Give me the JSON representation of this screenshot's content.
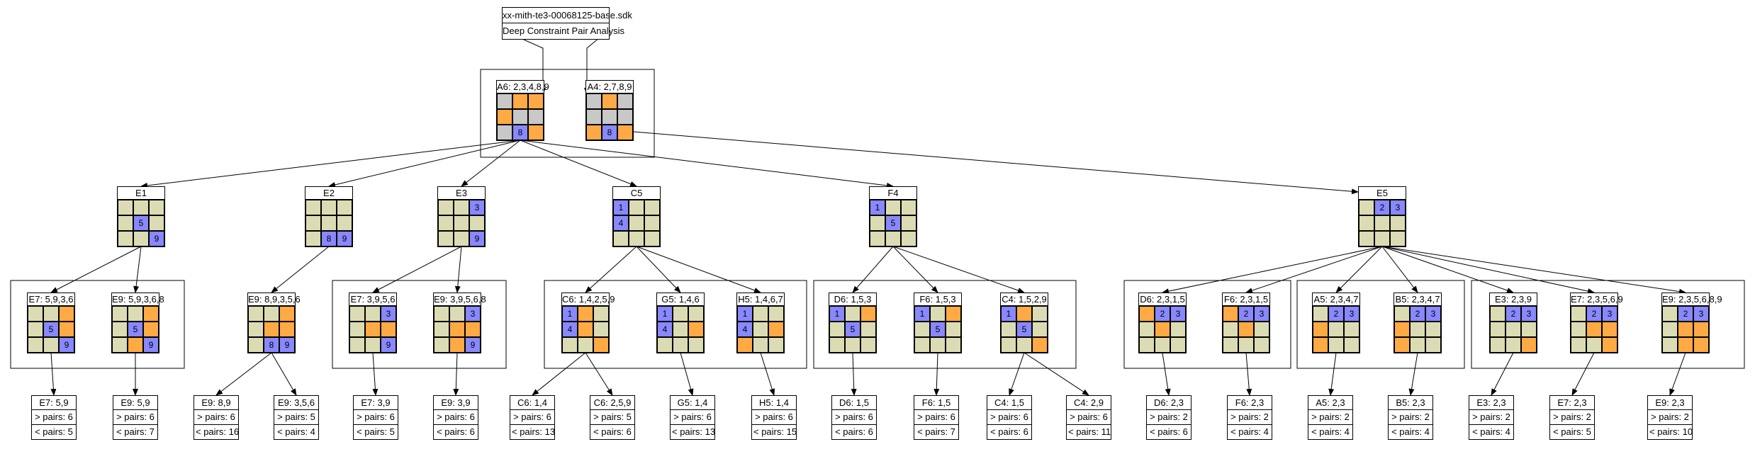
{
  "colors": {
    "beige": "#dcdcb4",
    "gray": "#c8c8c8",
    "orange": "#ffaa44",
    "blue": "#8888ff",
    "white": "#ffffff"
  },
  "root": {
    "title": "xx-mith-te3-00068125-base.sdk",
    "subtitle": "Deep Constraint Pair Analysis"
  },
  "nodes": [
    {
      "id": "A6",
      "title": "A6: 2,3,4,8,9",
      "cells": [
        "g",
        "o",
        "o",
        "o",
        "g",
        "g",
        "g",
        "b:8",
        "o"
      ]
    },
    {
      "id": "A4",
      "title": "A4: 2,7,8,9",
      "cells": [
        "g",
        "o",
        "g",
        "g",
        "g",
        "g",
        "o",
        "b:8",
        "o"
      ]
    },
    {
      "id": "E1",
      "title": "E1",
      "cells": [
        "y",
        "y",
        "y",
        "y",
        "b:5",
        "y",
        "y",
        "y",
        "b:9"
      ]
    },
    {
      "id": "E2",
      "title": "E2",
      "cells": [
        "y",
        "y",
        "y",
        "y",
        "y",
        "y",
        "y",
        "b:8",
        "b:9"
      ]
    },
    {
      "id": "E3",
      "title": "E3",
      "cells": [
        "y",
        "y",
        "b:3",
        "y",
        "y",
        "y",
        "y",
        "y",
        "b:9"
      ]
    },
    {
      "id": "C5",
      "title": "C5",
      "cells": [
        "b:1",
        "y",
        "y",
        "b:4",
        "y",
        "y",
        "y",
        "y",
        "y"
      ]
    },
    {
      "id": "F4",
      "title": "F4",
      "cells": [
        "b:1",
        "y",
        "y",
        "y",
        "b:5",
        "y",
        "y",
        "y",
        "y"
      ]
    },
    {
      "id": "E5",
      "title": "E5",
      "cells": [
        "y",
        "b:2",
        "b:3",
        "y",
        "y",
        "y",
        "y",
        "y",
        "y"
      ]
    },
    {
      "id": "E7a",
      "title": "E7: 5,9,3,6",
      "cells": [
        "y",
        "y",
        "o",
        "y",
        "b:5",
        "o",
        "y",
        "y",
        "b:9"
      ]
    },
    {
      "id": "E9a",
      "title": "E9: 5,9,3,6,8",
      "cells": [
        "y",
        "y",
        "o",
        "y",
        "b:5",
        "o",
        "y",
        "o",
        "b:9"
      ]
    },
    {
      "id": "E9b",
      "title": "E9: 8,9,3,5,6",
      "cells": [
        "y",
        "y",
        "o",
        "y",
        "o",
        "o",
        "y",
        "b:8",
        "b:9"
      ]
    },
    {
      "id": "E7c",
      "title": "E7: 3,9,5,6",
      "cells": [
        "y",
        "y",
        "b:3",
        "y",
        "o",
        "o",
        "y",
        "y",
        "b:9"
      ]
    },
    {
      "id": "E9c",
      "title": "E9: 3,9,5,6,8",
      "cells": [
        "y",
        "y",
        "b:3",
        "y",
        "o",
        "o",
        "y",
        "o",
        "b:9"
      ]
    },
    {
      "id": "C6",
      "title": "C6: 1,4,2,5,9",
      "cells": [
        "b:1",
        "o",
        "y",
        "b:4",
        "o",
        "y",
        "y",
        "y",
        "o"
      ]
    },
    {
      "id": "G5",
      "title": "G5: 1,4,6",
      "cells": [
        "b:1",
        "y",
        "y",
        "b:4",
        "y",
        "o",
        "y",
        "y",
        "y"
      ]
    },
    {
      "id": "H5",
      "title": "H5: 1,4,6,7",
      "cells": [
        "b:1",
        "y",
        "y",
        "b:4",
        "y",
        "o",
        "o",
        "y",
        "y"
      ]
    },
    {
      "id": "D6",
      "title": "D6: 1,5,3",
      "cells": [
        "b:1",
        "y",
        "o",
        "y",
        "b:5",
        "y",
        "y",
        "y",
        "y"
      ]
    },
    {
      "id": "F6",
      "title": "F6: 1,5,3",
      "cells": [
        "b:1",
        "y",
        "o",
        "y",
        "b:5",
        "y",
        "y",
        "y",
        "y"
      ]
    },
    {
      "id": "C4",
      "title": "C4: 1,5,2,9",
      "cells": [
        "b:1",
        "o",
        "y",
        "y",
        "b:5",
        "y",
        "y",
        "y",
        "o"
      ]
    },
    {
      "id": "D6b",
      "title": "D6: 2,3,1,5",
      "cells": [
        "o",
        "b:2",
        "b:3",
        "y",
        "o",
        "y",
        "y",
        "y",
        "y"
      ]
    },
    {
      "id": "F6b",
      "title": "F6: 2,3,1,5",
      "cells": [
        "o",
        "b:2",
        "b:3",
        "y",
        "o",
        "y",
        "y",
        "y",
        "y"
      ]
    },
    {
      "id": "A5",
      "title": "A5: 2,3,4,7",
      "cells": [
        "y",
        "b:2",
        "b:3",
        "o",
        "y",
        "y",
        "o",
        "y",
        "y"
      ]
    },
    {
      "id": "B5",
      "title": "B5: 2,3,4,7",
      "cells": [
        "y",
        "b:2",
        "b:3",
        "o",
        "y",
        "y",
        "o",
        "y",
        "y"
      ]
    },
    {
      "id": "E3b",
      "title": "E3: 2,3,9",
      "cells": [
        "y",
        "b:2",
        "b:3",
        "y",
        "y",
        "y",
        "y",
        "y",
        "o"
      ]
    },
    {
      "id": "E7b",
      "title": "E7: 2,3,5,6,9",
      "cells": [
        "y",
        "b:2",
        "b:3",
        "y",
        "o",
        "o",
        "y",
        "y",
        "o"
      ]
    },
    {
      "id": "E9d",
      "title": "E9: 2,3,5,6,8,9",
      "cells": [
        "y",
        "b:2",
        "b:3",
        "y",
        "o",
        "o",
        "y",
        "o",
        "o"
      ]
    }
  ],
  "leaves": [
    {
      "id": "L1",
      "label": "E7: 5,9",
      "gt": "> pairs: 6",
      "lt": "< pairs: 5"
    },
    {
      "id": "L2",
      "label": "E9: 5,9",
      "gt": "> pairs: 6",
      "lt": "< pairs: 7"
    },
    {
      "id": "L3",
      "label": "E9: 8,9",
      "gt": "> pairs: 6",
      "lt": "< pairs: 16"
    },
    {
      "id": "L4",
      "label": "E9: 3,5,6",
      "gt": "> pairs: 5",
      "lt": "< pairs: 4"
    },
    {
      "id": "L5",
      "label": "E7: 3,9",
      "gt": "> pairs: 6",
      "lt": "< pairs: 5"
    },
    {
      "id": "L6",
      "label": "E9: 3,9",
      "gt": "> pairs: 6",
      "lt": "< pairs: 6"
    },
    {
      "id": "L7",
      "label": "C6: 1,4",
      "gt": "> pairs: 6",
      "lt": "< pairs: 13"
    },
    {
      "id": "L8",
      "label": "C6: 2,5,9",
      "gt": "> pairs: 5",
      "lt": "< pairs: 6"
    },
    {
      "id": "L9",
      "label": "G5: 1,4",
      "gt": "> pairs: 6",
      "lt": "< pairs: 13"
    },
    {
      "id": "L10",
      "label": "H5: 1,4",
      "gt": "> pairs: 6",
      "lt": "< pairs: 15"
    },
    {
      "id": "L11",
      "label": "D6: 1,5",
      "gt": "> pairs: 6",
      "lt": "< pairs: 6"
    },
    {
      "id": "L12",
      "label": "F6: 1,5",
      "gt": "> pairs: 6",
      "lt": "< pairs: 7"
    },
    {
      "id": "L13",
      "label": "C4: 1,5",
      "gt": "> pairs: 6",
      "lt": "< pairs: 6"
    },
    {
      "id": "L14",
      "label": "C4: 2,9",
      "gt": "> pairs: 6",
      "lt": "< pairs: 11"
    },
    {
      "id": "L15",
      "label": "D6: 2,3",
      "gt": "> pairs: 2",
      "lt": "< pairs: 6"
    },
    {
      "id": "L16",
      "label": "F6: 2,3",
      "gt": "> pairs: 2",
      "lt": "< pairs: 4"
    },
    {
      "id": "L17",
      "label": "A5: 2,3",
      "gt": "> pairs: 2",
      "lt": "< pairs: 4"
    },
    {
      "id": "L18",
      "label": "B5: 2,3",
      "gt": "> pairs: 2",
      "lt": "< pairs: 4"
    },
    {
      "id": "L19",
      "label": "E3: 2,3",
      "gt": "> pairs: 2",
      "lt": "< pairs: 4"
    },
    {
      "id": "L20",
      "label": "E7: 2,3",
      "gt": "> pairs: 2",
      "lt": "< pairs: 5"
    },
    {
      "id": "L21",
      "label": "E9: 2,3",
      "gt": "> pairs: 2",
      "lt": "< pairs: 10"
    }
  ],
  "edges": [
    [
      "root",
      "A6"
    ],
    [
      "root",
      "A4"
    ],
    [
      "A6",
      "E1"
    ],
    [
      "A6",
      "E2"
    ],
    [
      "A6",
      "E3"
    ],
    [
      "A6",
      "C5"
    ],
    [
      "A6",
      "F4"
    ],
    [
      "A4",
      "E5"
    ],
    [
      "E1",
      "E7a"
    ],
    [
      "E1",
      "E9a"
    ],
    [
      "E2",
      "E9b"
    ],
    [
      "E3",
      "E7c"
    ],
    [
      "E3",
      "E9c"
    ],
    [
      "C5",
      "C6"
    ],
    [
      "C5",
      "G5"
    ],
    [
      "C5",
      "H5"
    ],
    [
      "F4",
      "D6"
    ],
    [
      "F4",
      "F6"
    ],
    [
      "F4",
      "C4"
    ],
    [
      "E5",
      "D6b"
    ],
    [
      "E5",
      "F6b"
    ],
    [
      "E5",
      "A5"
    ],
    [
      "E5",
      "B5"
    ],
    [
      "E5",
      "E3b"
    ],
    [
      "E5",
      "E7b"
    ],
    [
      "E5",
      "E9d"
    ],
    [
      "E7a",
      "L1"
    ],
    [
      "E9a",
      "L2"
    ],
    [
      "E9b",
      "L3"
    ],
    [
      "E9b",
      "L4"
    ],
    [
      "E7c",
      "L5"
    ],
    [
      "E9c",
      "L6"
    ],
    [
      "C6",
      "L7"
    ],
    [
      "C6",
      "L8"
    ],
    [
      "G5",
      "L9"
    ],
    [
      "H5",
      "L10"
    ],
    [
      "D6",
      "L11"
    ],
    [
      "F6",
      "L12"
    ],
    [
      "C4",
      "L13"
    ],
    [
      "C4",
      "L14"
    ],
    [
      "D6b",
      "L15"
    ],
    [
      "F6b",
      "L16"
    ],
    [
      "A5",
      "L17"
    ],
    [
      "B5",
      "L18"
    ],
    [
      "E3b",
      "L19"
    ],
    [
      "E7b",
      "L20"
    ],
    [
      "E9d",
      "L21"
    ]
  ]
}
